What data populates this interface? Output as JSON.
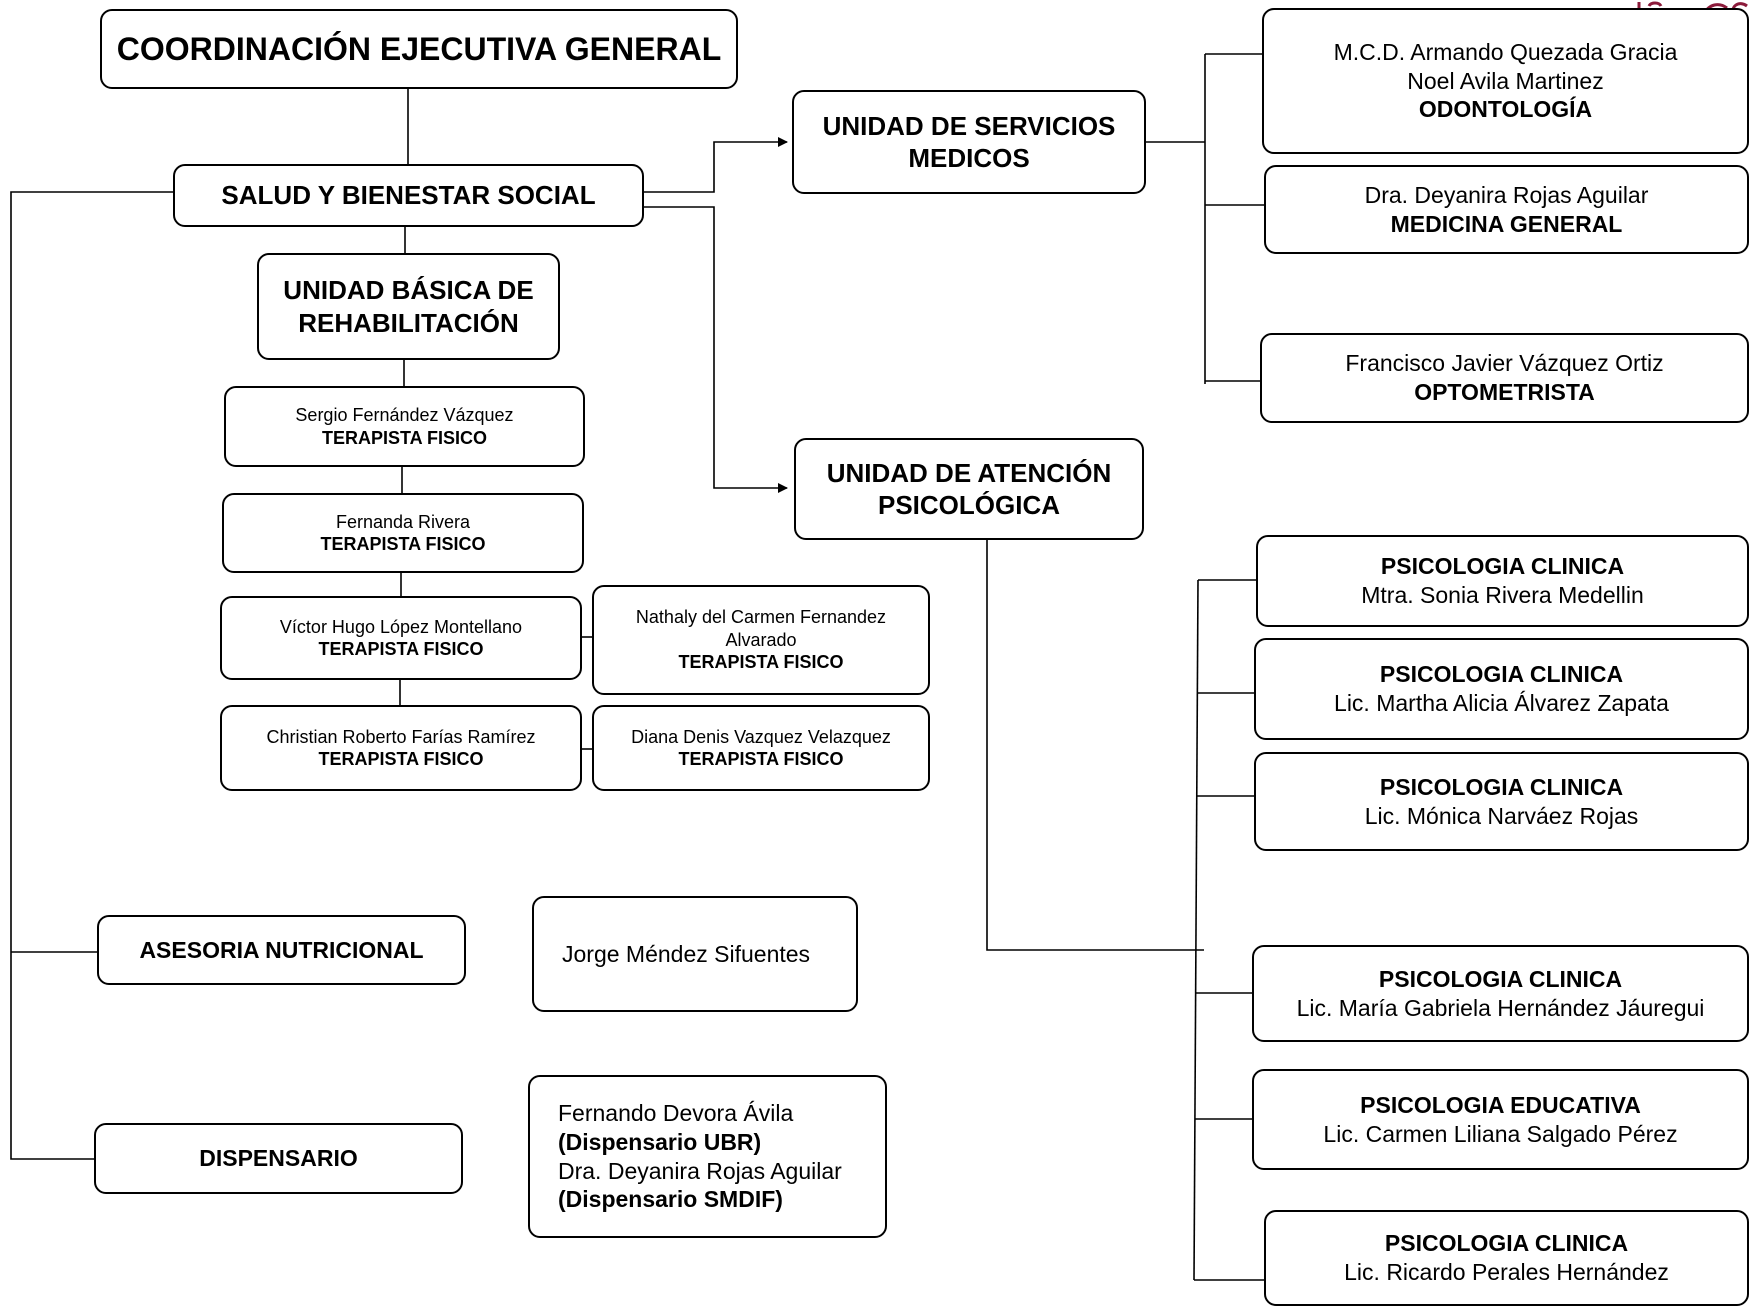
{
  "coordinacion": "COORDINACIÓN EJECUTIVA GENERAL",
  "salud": "SALUD Y BIENESTAR SOCIAL",
  "ubr": "UNIDAD BÁSICA DE REHABILITACIÓN",
  "servicios_medicos": "UNIDAD DE SERVICIOS MEDICOS",
  "atencion_psicologica": "UNIDAD DE ATENCIÓN PSICOLÓGICA",
  "asesoria": "ASESORIA NUTRICIONAL",
  "dispensario": "DISPENSARIO",
  "nutricion_staff": "Jorge Méndez Sifuentes",
  "dispensario_staff": {
    "line1": "Fernando Devora Ávila",
    "line2": "(Dispensario UBR)",
    "line3": "Dra. Deyanira Rojas Aguilar",
    "line4": "(Dispensario SMDIF)"
  },
  "therapists": [
    {
      "name": "Sergio Fernández Vázquez",
      "role": "TERAPISTA FISICO"
    },
    {
      "name": "Fernanda Rivera",
      "role": "TERAPISTA FISICO"
    },
    {
      "name": "Víctor Hugo López Montellano",
      "role": "TERAPISTA FISICO"
    },
    {
      "name": "Nathaly del Carmen Fernandez Alvarado",
      "role": "TERAPISTA FISICO"
    },
    {
      "name": "Christian Roberto Farías Ramírez",
      "role": "TERAPISTA FISICO"
    },
    {
      "name": "Diana Denis Vazquez Velazquez",
      "role": "TERAPISTA FISICO"
    }
  ],
  "medical_staff": [
    {
      "line1": "M.C.D. Armando Quezada Gracia",
      "line2": "Noel Avila Martinez",
      "role": "ODONTOLOGÍA"
    },
    {
      "name": "Dra. Deyanira Rojas Aguilar",
      "role": "MEDICINA GENERAL"
    },
    {
      "name": "Francisco Javier Vázquez Ortiz",
      "role": "OPTOMETRISTA"
    }
  ],
  "psychology_staff": [
    {
      "area": "PSICOLOGIA CLINICA",
      "name": "Mtra. Sonia Rivera Medellin"
    },
    {
      "area": "PSICOLOGIA CLINICA",
      "name": "Lic. Martha Alicia Álvarez Zapata"
    },
    {
      "area": "PSICOLOGIA CLINICA",
      "name": "Lic. Mónica Narváez Rojas"
    },
    {
      "area": "PSICOLOGIA CLINICA",
      "name": "Lic. María Gabriela Hernández Jáuregui"
    },
    {
      "area": "PSICOLOGIA EDUCATIVA",
      "name": "Lic. Carmen Liliana Salgado Pérez"
    },
    {
      "area": "PSICOLOGIA CLINICA",
      "name": "Lic. Ricardo Perales Hernández"
    }
  ],
  "colors": {
    "line": "#000000",
    "logo_accent": "#8b1a3a"
  }
}
